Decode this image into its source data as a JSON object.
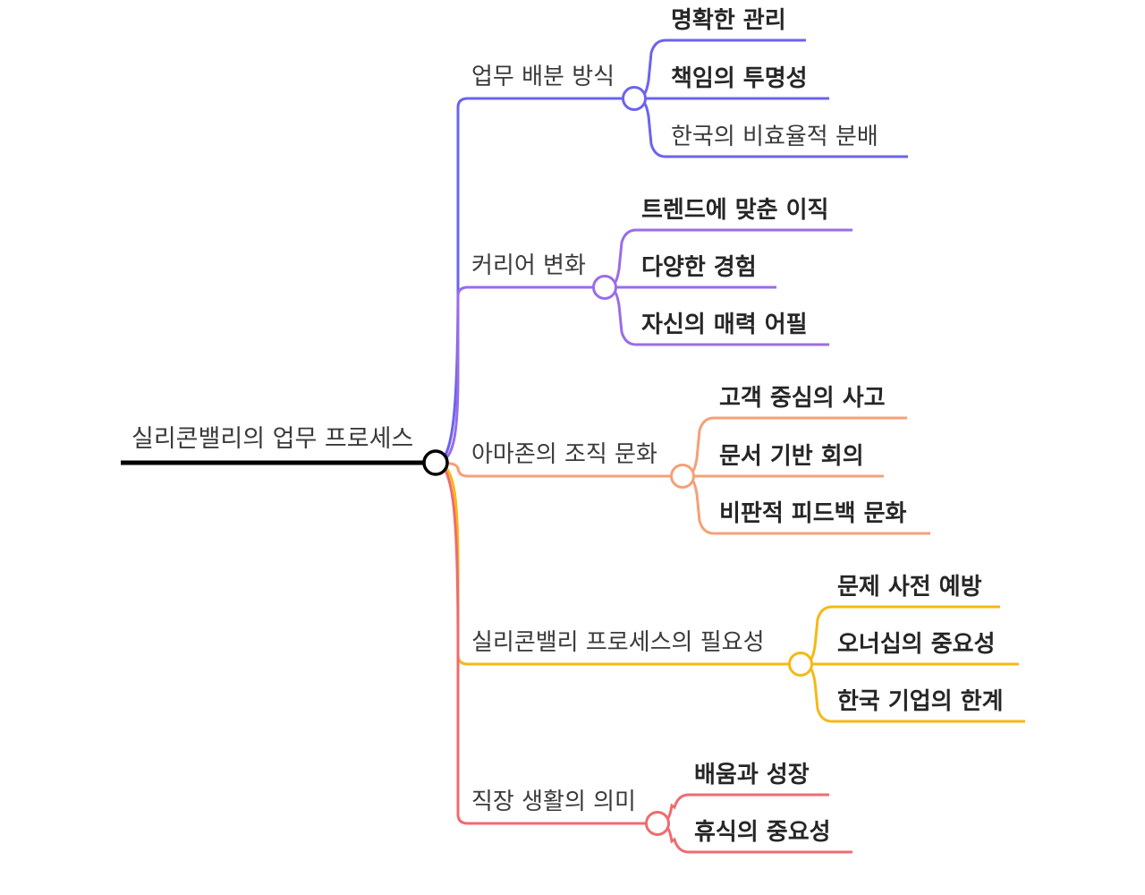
{
  "root": {
    "label": "실리콘밸리의 업무 프로세스",
    "color": "#000000"
  },
  "branches": [
    {
      "id": "work-distribution",
      "label": "업무 배분 방식",
      "color": "#6b63ee",
      "children": [
        {
          "label": "명확한 관리",
          "emphasis": true
        },
        {
          "label": "책임의 투명성",
          "emphasis": true
        },
        {
          "label": "한국의 비효율적 분배",
          "emphasis": false
        }
      ]
    },
    {
      "id": "career-change",
      "label": "커리어 변화",
      "color": "#9a6ce8",
      "children": [
        {
          "label": "트렌드에 맞춘 이직",
          "emphasis": true
        },
        {
          "label": "다양한 경험",
          "emphasis": true
        },
        {
          "label": "자신의 매력 어필",
          "emphasis": true
        }
      ]
    },
    {
      "id": "amazon-culture",
      "label": "아마존의 조직 문화",
      "color": "#f5a077",
      "children": [
        {
          "label": "고객 중심의 사고",
          "emphasis": true
        },
        {
          "label": "문서 기반 회의",
          "emphasis": true
        },
        {
          "label": "비판적 피드백 문화",
          "emphasis": true
        }
      ]
    },
    {
      "id": "process-need",
      "label": "실리콘밸리 프로세스의 필요성",
      "color": "#f5b915",
      "children": [
        {
          "label": "문제 사전 예방",
          "emphasis": true
        },
        {
          "label": "오너십의 중요성",
          "emphasis": true
        },
        {
          "label": "한국 기업의 한계",
          "emphasis": true
        }
      ]
    },
    {
      "id": "work-life-meaning",
      "label": "직장 생활의 의미",
      "color": "#ef6b6f",
      "children": [
        {
          "label": "배움과 성장",
          "emphasis": true
        },
        {
          "label": "휴식의 중요성",
          "emphasis": true
        }
      ]
    }
  ]
}
